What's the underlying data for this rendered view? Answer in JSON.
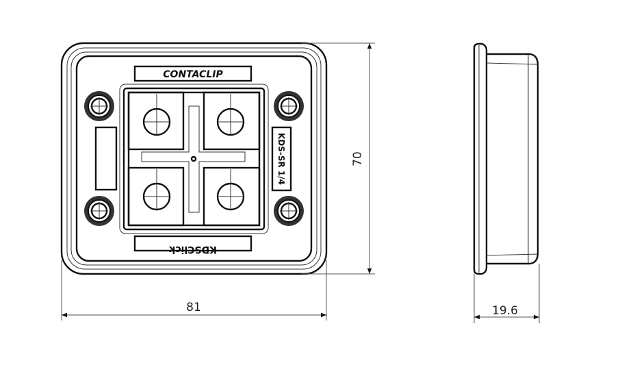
{
  "drawing": {
    "front_view": {
      "logo_text": "CONTACLIP",
      "bottom_plate_text": "KDSClick",
      "side_label_text": "KDS-SR 1/4"
    },
    "dimensions": {
      "width": "81",
      "height": "70",
      "depth": "19.6"
    }
  }
}
